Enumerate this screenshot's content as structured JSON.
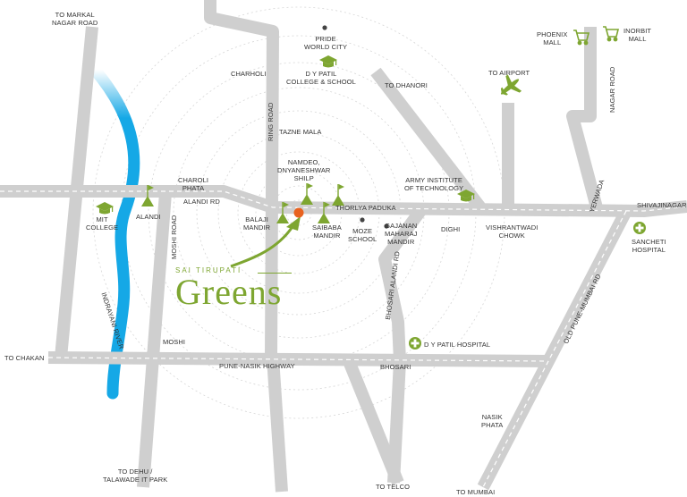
{
  "colors": {
    "road": "#cfcfcf",
    "river": "#15a8e6",
    "accent": "#7ea631",
    "marker": "#e8621f",
    "text": "#333333"
  },
  "labels": {
    "to_markal": "TO MARKAL\nNAGAR ROAD",
    "pride": "PRIDE\nWORLD CITY",
    "dy_patil_college": "D Y PATIL\nCOLLEGE & SCHOOL",
    "charholi": "CHARHOLI",
    "to_dhanori": "TO DHANORI",
    "to_airport": "TO AIRPORT",
    "phoenix": "PHOENIX\nMALL",
    "inorbit": "INORBIT\nMALL",
    "nagar_road": "NAGAR ROAD",
    "ring_road": "RING ROAD",
    "tazne_mala": "TAZNE MALA",
    "namdeo": "NAMDEO,\nDNYANESHWAR\nSHILP",
    "army": "ARMY INSTITUTE\nOF TECHNOLOGY",
    "charoli_phata": "CHAROLI\nPHATA",
    "alandi_rd": "ALANDI Rd",
    "thorlya": "THORLYA PADUKA",
    "yerwada": "YERWADA",
    "shivajinagar": "SHIVAJINAGAR",
    "mit_college": "MIT\nCOLLEGE",
    "alandi": "ALANDI",
    "moshi_road": "MOSHI ROAD",
    "balaji": "BALAJI\nMANDIR",
    "saibaba": "SAIBABA\nMANDIR",
    "moze": "MOZE\nSCHOOL",
    "gajanan": "GAJANAN\nMAHARAJ\nMANDIR",
    "dighi": "DIGHI",
    "vishrantwadi": "VISHRANTWADI\nCHOWK",
    "sancheti": "SANCHETI\nHOSPITAL",
    "bhosari_alandi": "BHOSARI ALANDI Rd",
    "indrayani": "INDRAYANI RIVER",
    "old_pune_mumbai": "OLD PUNE-MUMBAI Rd",
    "dy_patil_hospital": "D Y PATIL HOSPITAL",
    "moshi": "MOSHI",
    "to_chakan": "TO CHAKAN",
    "pune_nasik": "PUNE-NASIK HIGHWAY",
    "bhosari": "BHOSARI",
    "nasik_phata": "NASIK\nPHATA",
    "to_dehu": "TO DEHU /\nTALAWADE IT PARK",
    "to_telco": "TO TELCO",
    "to_mumbai": "TO MUMBAI"
  },
  "brand": {
    "subtitle": "SAI TIRUPATI",
    "name": "Greens"
  },
  "icons": {
    "airport": "airplane-icon",
    "mall": "shopping-cart-icon",
    "college": "graduation-cap-icon",
    "temple": "temple-flag-icon",
    "hospital": "hospital-cross-icon",
    "landmark": "dot-icon",
    "location": "location-marker-icon"
  }
}
